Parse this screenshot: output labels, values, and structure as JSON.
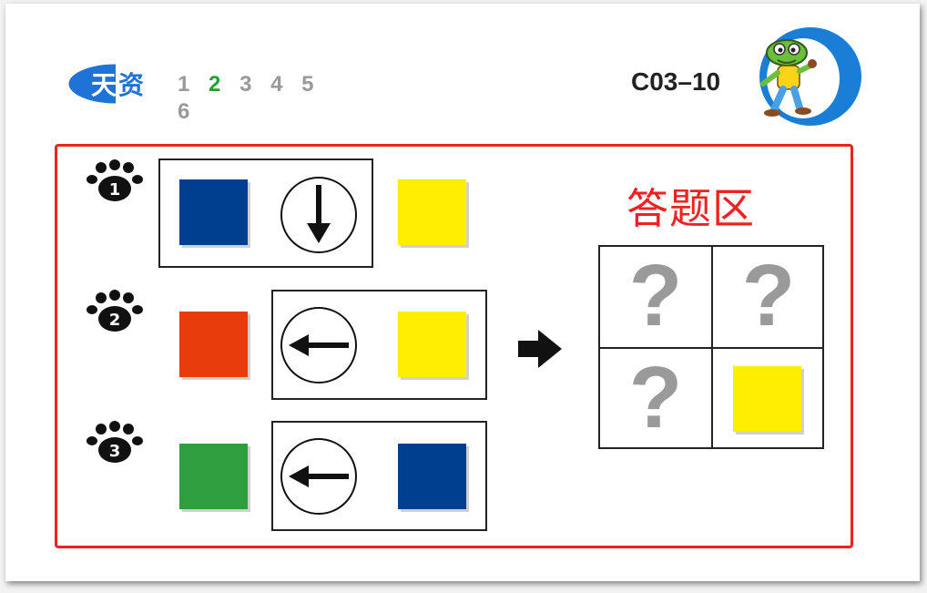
{
  "header": {
    "logo_text": "天资",
    "pages": [
      "1",
      "2",
      "3",
      "4",
      "5",
      "6"
    ],
    "current_page": "2",
    "code": "C03–10"
  },
  "colors": {
    "blue": "#003f8f",
    "yellow": "#ffee00",
    "red": "#e83c0c",
    "green": "#2e9e3e",
    "frame": "#ee2222",
    "current_page": "#22a033"
  },
  "rows": [
    {
      "number": "1",
      "from": "blue",
      "direction": "down-arrow",
      "to": "yellow"
    },
    {
      "number": "2",
      "from": "red",
      "direction": "left-arrow",
      "to": "yellow"
    },
    {
      "number": "3",
      "from": "green",
      "direction": "left-arrow",
      "to": "blue"
    }
  ],
  "answer": {
    "label": "答题区",
    "cells": [
      "?",
      "?",
      "?",
      "yellow-square"
    ]
  }
}
